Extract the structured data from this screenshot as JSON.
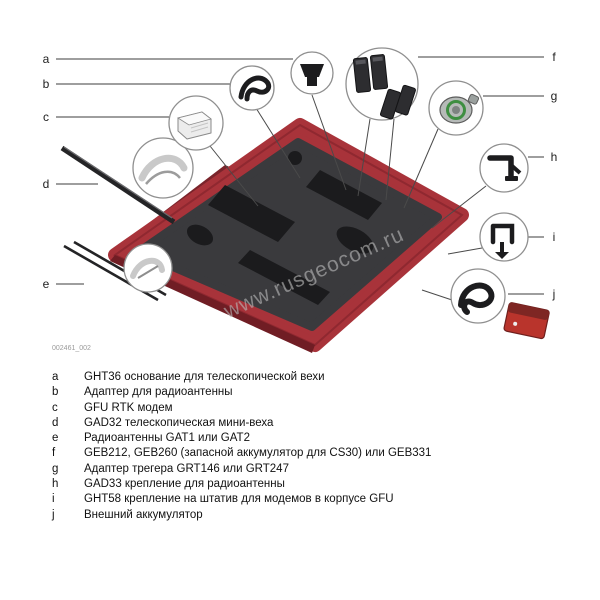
{
  "figure": {
    "code": "002461_002",
    "watermark": "www.rusgeocom.ru",
    "colors": {
      "case_red": "#a8333a",
      "case_rim_dark": "#701d24",
      "foam_dark": "#3a3a3d",
      "cutout_dark": "#1b1b1d",
      "battery_red": "#b9342c",
      "tribrach_green": "#3e8e41"
    }
  },
  "legend": {
    "items": [
      {
        "letter": "a",
        "text": "GHT36 основание для телескопической вехи"
      },
      {
        "letter": "b",
        "text": "Адаптер для радиоантенны"
      },
      {
        "letter": "c",
        "text": "GFU RTK модем"
      },
      {
        "letter": "d",
        "text": "GAD32 телескопическая мини-веха"
      },
      {
        "letter": "e",
        "text": "Радиоантенны GAT1 или GAT2"
      },
      {
        "letter": "f",
        "text": "GEB212, GEB260 (запасной аккумулятор для CS30) или GEB331"
      },
      {
        "letter": "g",
        "text": "Адаптер трегера GRT146 или GRT247"
      },
      {
        "letter": "h",
        "text": "GAD33 крепление для радиоантенны"
      },
      {
        "letter": "i",
        "text": "GHT58 крепление на штатив для модемов в корпусе GFU"
      },
      {
        "letter": "j",
        "text": "Внешний аккумулятор"
      }
    ]
  }
}
